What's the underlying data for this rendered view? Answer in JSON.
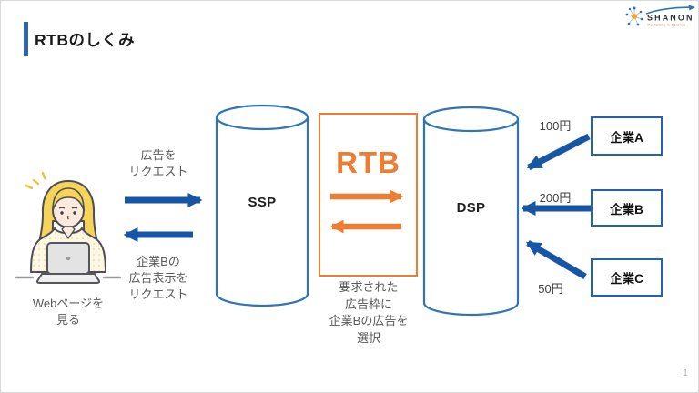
{
  "slide": {
    "title": "RTBのしくみ",
    "page_number": "1"
  },
  "logo": {
    "brand": "SHANON",
    "tagline": "Marketing is Science"
  },
  "viewer": {
    "caption": "Webページを\n見る"
  },
  "flows": {
    "request_ad": "広告を\nリクエスト",
    "request_display": "企業Bの\n広告表示を\nリクエスト",
    "rtb_result": "要求された\n広告枠に\n企業Bの広告を\n選択"
  },
  "nodes": {
    "ssp": "SSP",
    "rtb": "RTB",
    "dsp": "DSP"
  },
  "bidders": [
    {
      "name": "企業A",
      "bid": "100円"
    },
    {
      "name": "企業B",
      "bid": "200円"
    },
    {
      "name": "企業C",
      "bid": "50円"
    }
  ],
  "colors": {
    "cylinder_blue": "#2E75B6",
    "arrow_blue": "#1656A4",
    "accent_orange": "#ED7D31",
    "title_bar_blue": "#2D64AE"
  }
}
